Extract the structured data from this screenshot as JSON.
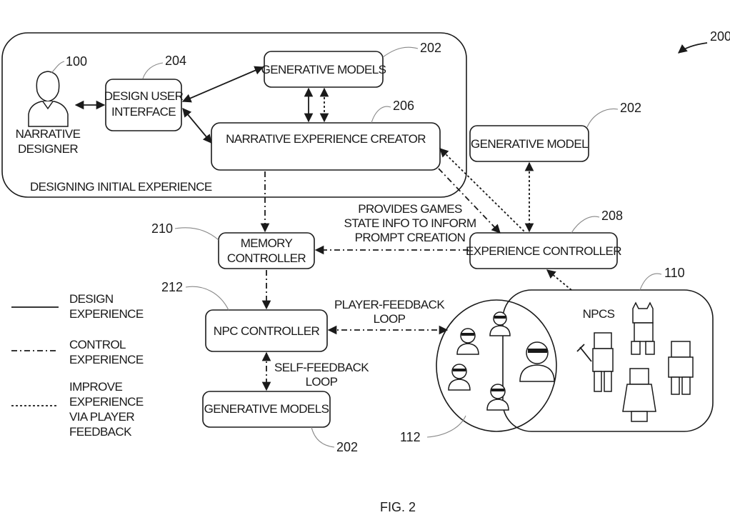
{
  "figure_label": "FIG. 2",
  "ref_numbers": {
    "figure": "200",
    "designer": "100",
    "design_ui": "204",
    "gen_models_top": "202",
    "narrative_creator": "206",
    "gen_model_right": "202",
    "experience_controller": "208",
    "memory_controller": "210",
    "npc_controller": "212",
    "npcs": "110",
    "player_group": "112",
    "gen_models_bottom": "202"
  },
  "nodes": {
    "designer_line1": "NARRATIVE",
    "designer_line2": "DESIGNER",
    "design_ui_line1": "DESIGN USER",
    "design_ui_line2": "INTERFACE",
    "gen_models_top": "GENERATIVE MODELS",
    "narrative_creator": "NARRATIVE EXPERIENCE CREATOR",
    "designing_initial": "DESIGNING INITIAL EXPERIENCE",
    "gen_model_right": "GENERATIVE MODEL",
    "experience_controller": "EXPERIENCE CONTROLLER",
    "memory_line1": "MEMORY",
    "memory_line2": "CONTROLLER",
    "npc_controller": "NPC CONTROLLER",
    "gen_models_bottom": "GENERATIVE MODELS",
    "npcs": "NPCS"
  },
  "annotations": {
    "game_state_line1": "PROVIDES GAMES",
    "game_state_line2": "STATE INFO TO INFORM",
    "game_state_line3": "PROMPT CREATION",
    "player_loop_line1": "PLAYER-FEEDBACK",
    "player_loop_line2": "LOOP",
    "self_loop_line1": "SELF-FEEDBACK",
    "self_loop_line2": "LOOP"
  },
  "legend": [
    {
      "style": "solid",
      "lines": [
        "DESIGN",
        "EXPERIENCE"
      ]
    },
    {
      "style": "dash-dot",
      "lines": [
        "CONTROL",
        "EXPERIENCE"
      ]
    },
    {
      "style": "dotted",
      "lines": [
        "IMPROVE",
        "EXPERIENCE",
        "VIA PLAYER",
        "FEEDBACK"
      ]
    }
  ]
}
